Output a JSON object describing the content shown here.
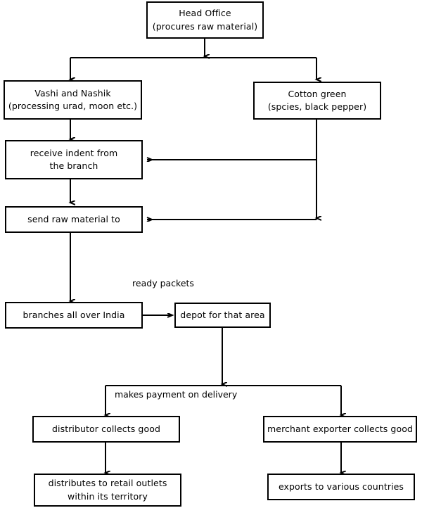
{
  "diagram": {
    "title": "Head Office distribution flowchart",
    "type": "flowchart",
    "stroke_color": "#000000",
    "background_color": "#ffffff",
    "nodes": [
      {
        "id": "head-office",
        "line1": "Head Office",
        "line2": "(procures raw material)"
      },
      {
        "id": "vashi-nashik",
        "line1": "Vashi and Nashik",
        "line2": "(processing urad, moon etc.)"
      },
      {
        "id": "cotton-green",
        "line1": "Cotton green",
        "line2": "(spcies, black pepper)"
      },
      {
        "id": "receive-indent",
        "line1": "receive indent from",
        "line2": "the branch"
      },
      {
        "id": "send-raw-material",
        "line1": "send raw material to",
        "line2": ""
      },
      {
        "id": "branches-india",
        "line1": "branches all over India",
        "line2": ""
      },
      {
        "id": "depot-area",
        "line1": "depot for that area",
        "line2": ""
      },
      {
        "id": "distributor-collects",
        "line1": "distributor collects good",
        "line2": ""
      },
      {
        "id": "merchant-exporter",
        "line1": "merchant exporter collects good",
        "line2": ""
      },
      {
        "id": "distributes-retail",
        "line1": "distributes to retail outlets",
        "line2": "within its territory"
      },
      {
        "id": "exports-countries",
        "line1": "exports to various countries",
        "line2": ""
      }
    ],
    "edge_labels": [
      {
        "id": "ready-packets",
        "line1": "ready",
        "line2": "packets"
      },
      {
        "id": "makes-payment",
        "line1": "makes payment",
        "line2": "on delivery"
      }
    ]
  }
}
